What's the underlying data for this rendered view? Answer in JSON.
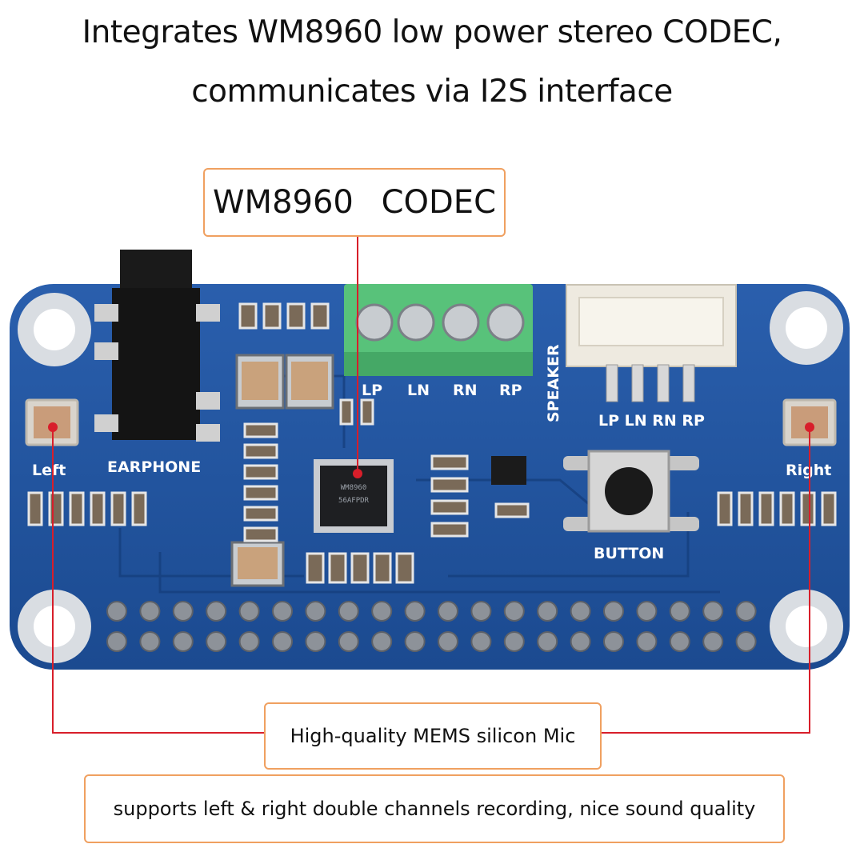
{
  "headline": {
    "line1": "Integrates WM8960 low power stereo CODEC,",
    "line2": "communicates via I2S interface"
  },
  "callouts": {
    "codec": "WM8960   CODEC",
    "mic": "High-quality MEMS silicon Mic",
    "feature": "supports left & right double channels recording, nice sound quality"
  },
  "board_labels": {
    "terminal": [
      "LP",
      "LN",
      "RN",
      "RP"
    ],
    "speaker_vertical": "SPEAKER",
    "connector": "LP LN RN RP",
    "earphone": "EARPHONE",
    "left": "Left",
    "right": "Right",
    "button": "BUTTON",
    "chip_marking_1": "WM8960",
    "chip_marking_2": "56AFPDR"
  },
  "colors": {
    "pcb_blue": "#1e4f9a",
    "terminal_green": "#58c27a",
    "callout_border": "#f0a060",
    "pointer_red": "#d81e2a"
  }
}
